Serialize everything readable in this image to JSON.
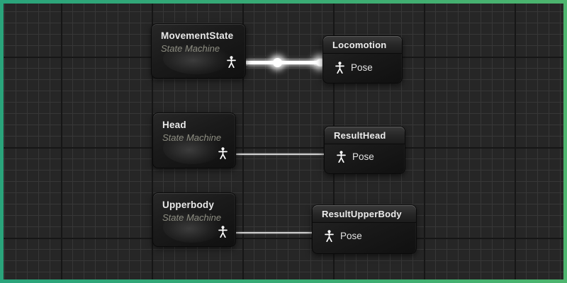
{
  "editor": {
    "app": "anim-blueprint-graph",
    "background_color": "#262626",
    "grid_minor_color": "#373737",
    "grid_major_color": "#161616",
    "frame_color_left": "#2aa47b",
    "frame_color_right": "#4db56e",
    "wire_color": "#ffffff",
    "state_machine_subtitle": "State Machine",
    "pose_pin_label": "Pose"
  },
  "nodes": [
    {
      "id": "movementstate",
      "type": "state-machine",
      "title": "MovementState",
      "subtitle": "State Machine",
      "output_pin": "pose"
    },
    {
      "id": "locomotion",
      "type": "result",
      "title": "Locomotion",
      "input_pin_label": "Pose"
    },
    {
      "id": "head",
      "type": "state-machine",
      "title": "Head",
      "subtitle": "State Machine",
      "output_pin": "pose"
    },
    {
      "id": "resulthead",
      "type": "result",
      "title": "ResultHead",
      "input_pin_label": "Pose"
    },
    {
      "id": "upperbody",
      "type": "state-machine",
      "title": "Upperbody",
      "subtitle": "State Machine",
      "output_pin": "pose"
    },
    {
      "id": "resultupperbody",
      "type": "result",
      "title": "ResultUpperBody",
      "input_pin_label": "Pose"
    }
  ],
  "connections": [
    {
      "from": "MovementState",
      "to": "Locomotion",
      "style": "active-thick-with-flow-bubble"
    },
    {
      "from": "Head",
      "to": "ResultHead",
      "style": "thin"
    },
    {
      "from": "Upperbody",
      "to": "ResultUpperBody",
      "style": "thin"
    }
  ]
}
